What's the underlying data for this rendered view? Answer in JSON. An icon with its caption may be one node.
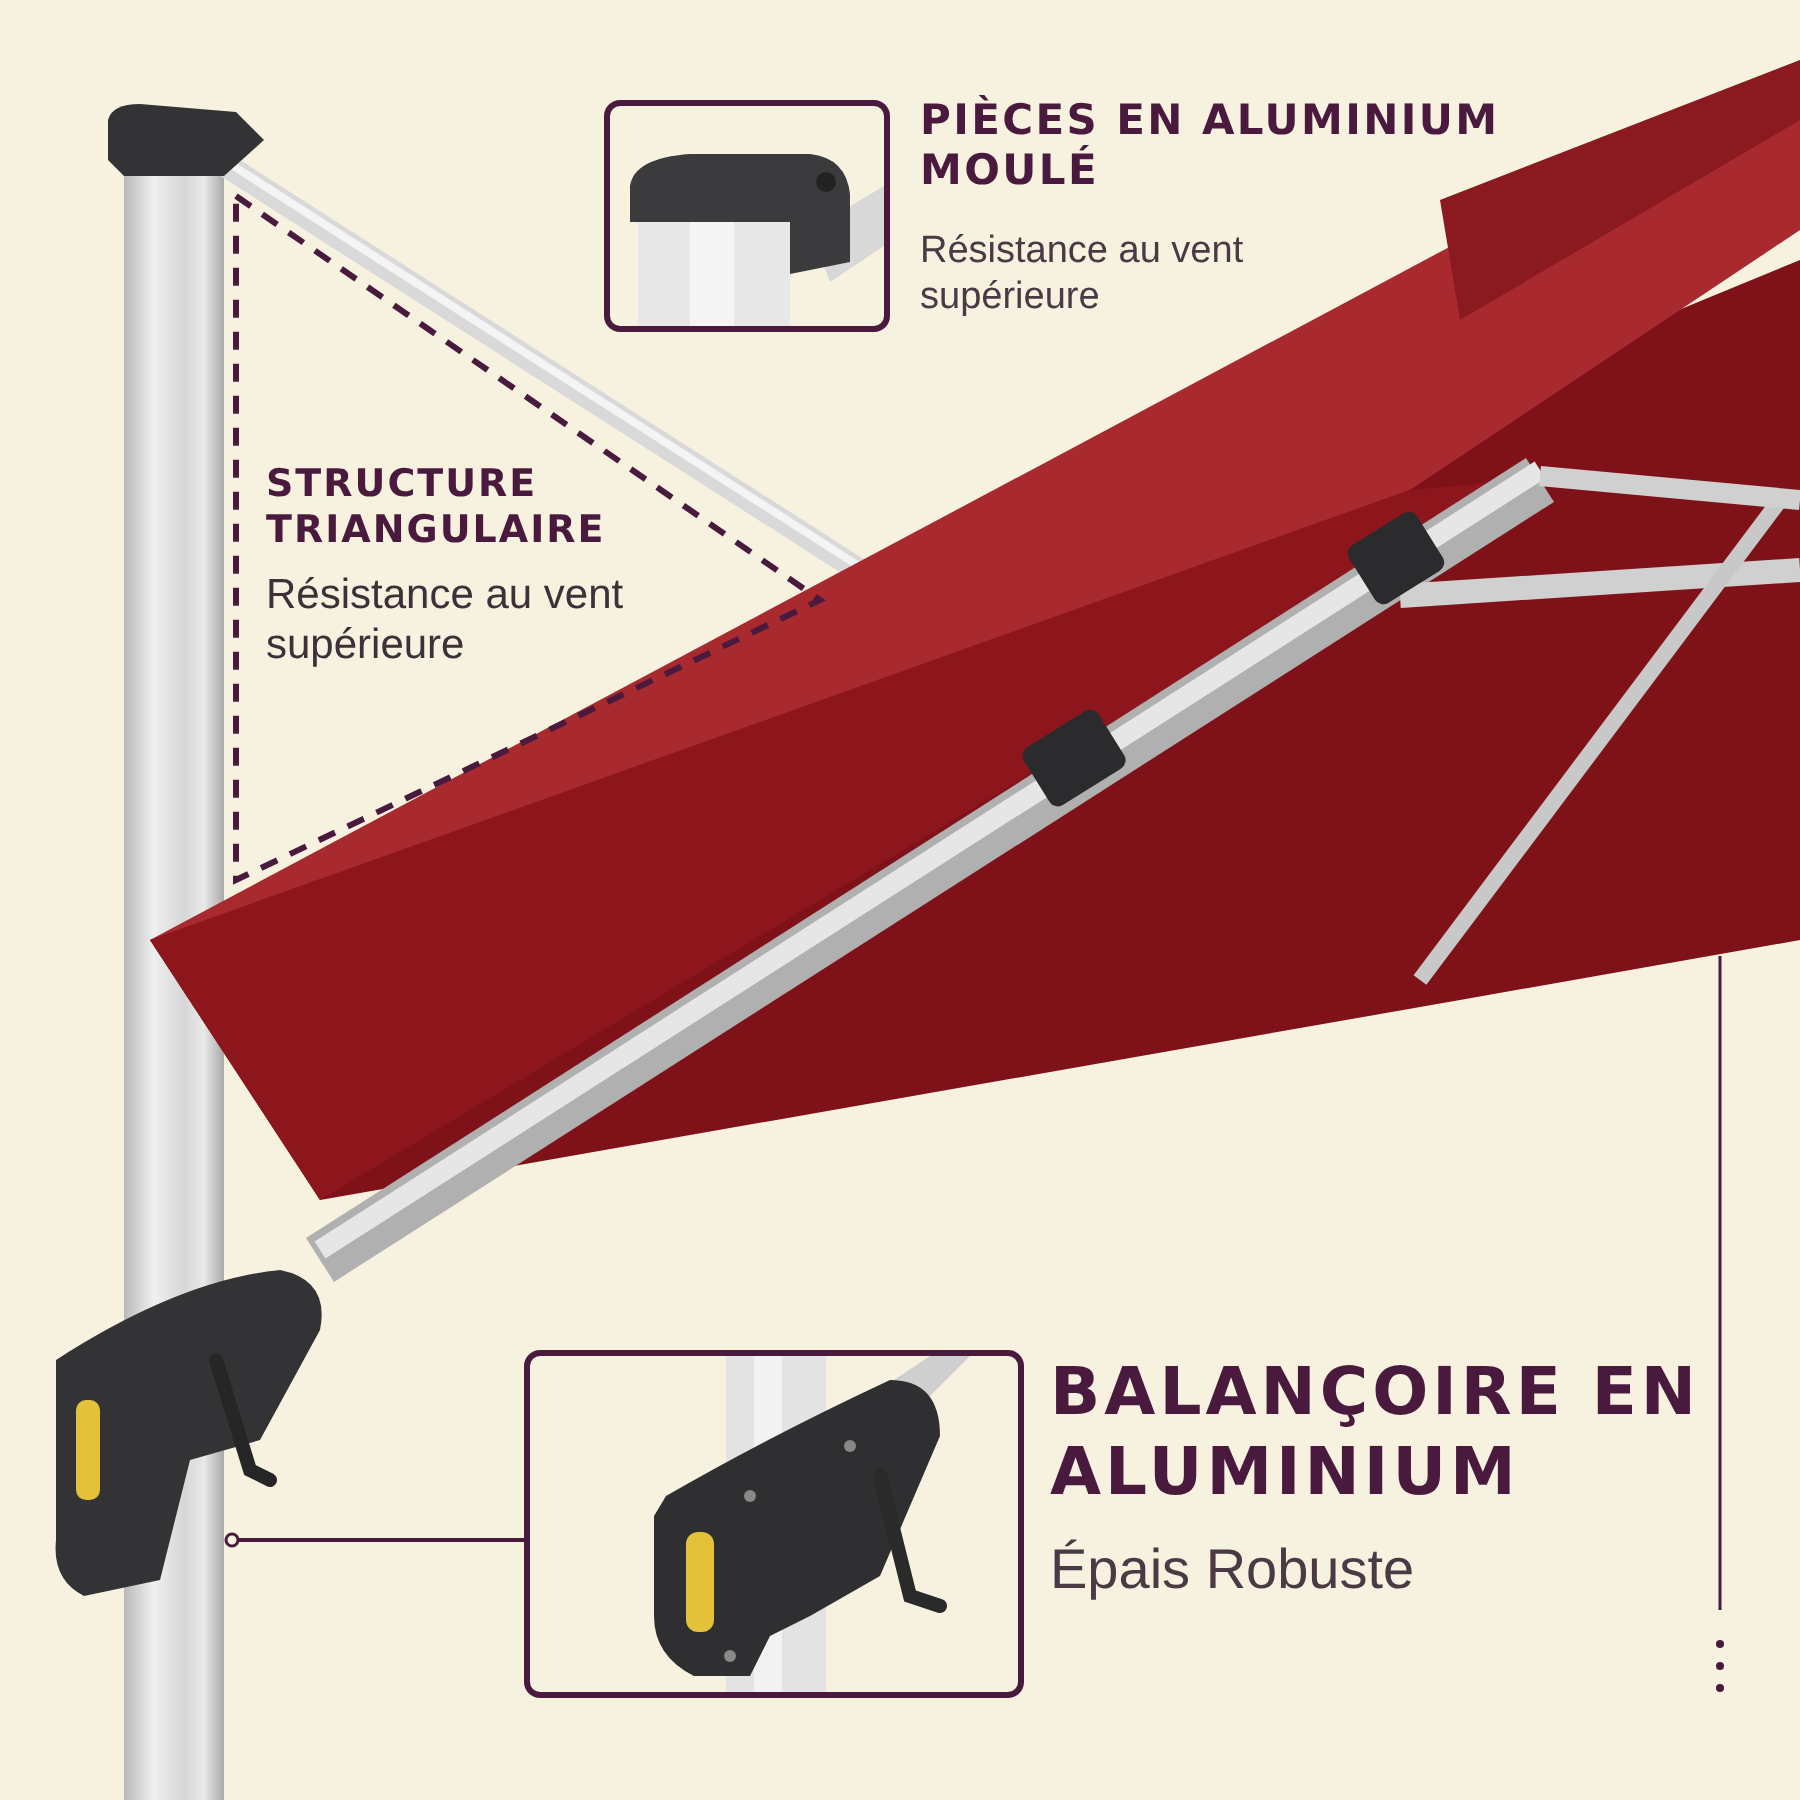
{
  "diagram": {
    "nodes": [
      {
        "text": [],
        "shape": "picture",
        "beside": [
          "PIÈCES EN ALUMINIUM MOULÉ",
          "Résistance au vent supérieure"
        ]
      },
      {
        "text": [
          "STRUCTURE TRIANGULAIRE",
          "Résistance au vent supérieure"
        ]
      },
      {
        "text": [],
        "shape": "bar"
      },
      {
        "text": [],
        "shape": "picture",
        "beside": [
          "BALANÇOIRE EN ALUMINIUM",
          "Épais Robuste"
        ]
      }
    ],
    "edges": [
      {
        "from": 3,
        "to": 2,
        "arrow": "other"
      }
    ]
  }
}
